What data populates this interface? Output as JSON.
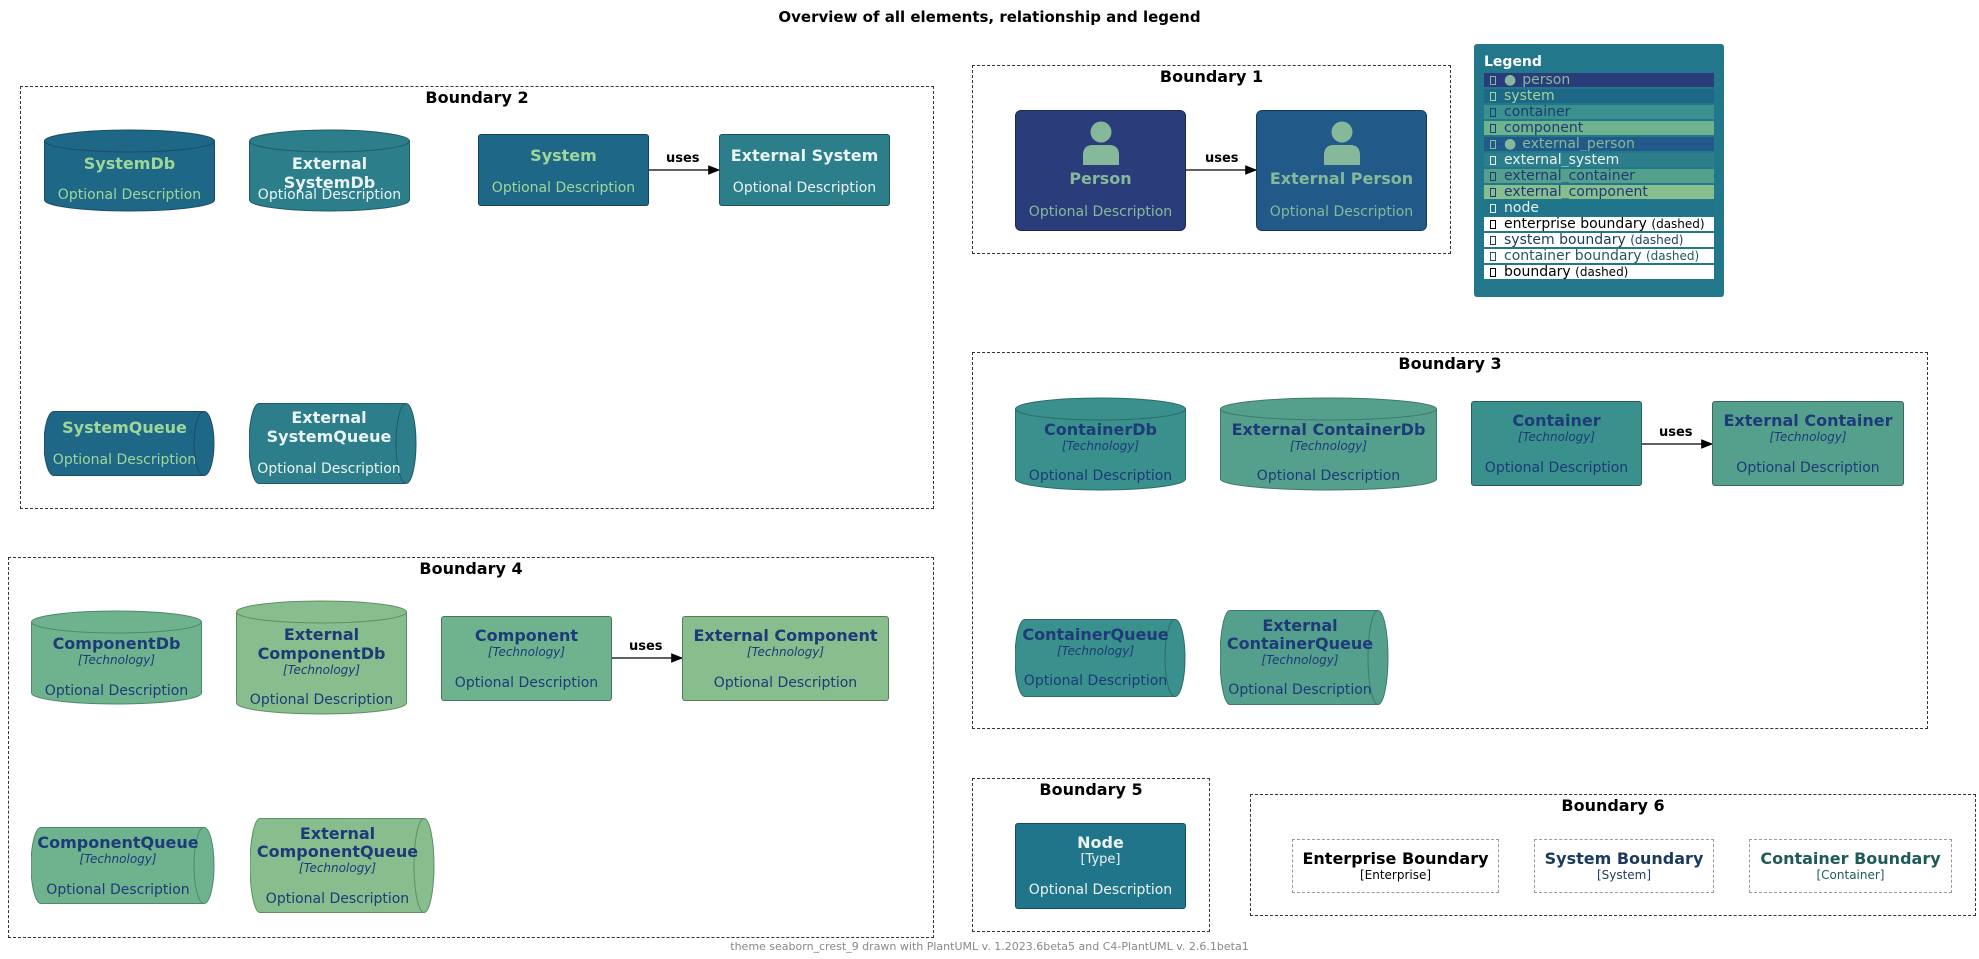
{
  "title": "Overview of all elements, relationship and legend",
  "footer": "theme seaborn_crest_9 drawn with PlantUML v. 1.2023.6beta5 and C4-PlantUML v. 2.6.1beta1",
  "colors": {
    "person": "#2a3d7a",
    "system": "#1f6786",
    "container": "#3a908c",
    "component": "#6fb38e",
    "external_person": "#215a88",
    "external_system": "#2c7e8a",
    "external_container": "#55a08d",
    "external_component": "#88bd8d",
    "node": "#20758a",
    "light_text": "#d8eee0",
    "green_text": "#9fd69a",
    "navy_text": "#1e3a78"
  },
  "boundaries": {
    "b1": "Boundary 1",
    "b2": "Boundary 2",
    "b3": "Boundary 3",
    "b4": "Boundary 4",
    "b5": "Boundary 5",
    "b6": "Boundary 6"
  },
  "rel_label": "uses",
  "elements": {
    "person": {
      "name": "Person",
      "desc": "Optional Description"
    },
    "external_person": {
      "name": "External Person",
      "desc": "Optional Description"
    },
    "systemdb": {
      "name": "SystemDb",
      "desc": "Optional Description"
    },
    "external_systemdb": {
      "name": "External SystemDb",
      "desc": "Optional Description"
    },
    "system": {
      "name": "System",
      "desc": "Optional Description"
    },
    "external_system": {
      "name": "External System",
      "desc": "Optional Description"
    },
    "systemqueue": {
      "name": "SystemQueue",
      "desc": "Optional Description"
    },
    "external_systemqueue": {
      "name1": "External",
      "name2": "SystemQueue",
      "desc": "Optional Description"
    },
    "containerdb": {
      "name": "ContainerDb",
      "tech": "[Technology]",
      "desc": "Optional Description"
    },
    "external_containerdb": {
      "name": "External ContainerDb",
      "tech": "[Technology]",
      "desc": "Optional Description"
    },
    "container": {
      "name": "Container",
      "tech": "[Technology]",
      "desc": "Optional Description"
    },
    "external_container": {
      "name": "External Container",
      "tech": "[Technology]",
      "desc": "Optional Description"
    },
    "containerqueue": {
      "name": "ContainerQueue",
      "tech": "[Technology]",
      "desc": "Optional Description"
    },
    "external_containerqueue": {
      "name1": "External",
      "name2": "ContainerQueue",
      "tech": "[Technology]",
      "desc": "Optional Description"
    },
    "componentdb": {
      "name": "ComponentDb",
      "tech": "[Technology]",
      "desc": "Optional Description"
    },
    "external_componentdb": {
      "name1": "External",
      "name2": "ComponentDb",
      "tech": "[Technology]",
      "desc": "Optional Description"
    },
    "component": {
      "name": "Component",
      "tech": "[Technology]",
      "desc": "Optional Description"
    },
    "external_component": {
      "name": "External Component",
      "tech": "[Technology]",
      "desc": "Optional Description"
    },
    "componentqueue": {
      "name": "ComponentQueue",
      "tech": "[Technology]",
      "desc": "Optional Description"
    },
    "external_componentqueue": {
      "name1": "External",
      "name2": "ComponentQueue",
      "tech": "[Technology]",
      "desc": "Optional Description"
    },
    "node": {
      "name": "Node",
      "tech": "[Type]",
      "desc": "Optional Description"
    },
    "enterprise_boundary": {
      "name": "Enterprise Boundary",
      "tech": "[Enterprise]"
    },
    "system_boundary": {
      "name": "System Boundary",
      "tech": "[System]"
    },
    "container_boundary": {
      "name": "Container Boundary",
      "tech": "[Container]"
    }
  },
  "legend": {
    "title": "Legend",
    "items": [
      {
        "label": "person"
      },
      {
        "label": "system"
      },
      {
        "label": "container"
      },
      {
        "label": "component"
      },
      {
        "label": "external_person"
      },
      {
        "label": "external_system"
      },
      {
        "label": "external_container"
      },
      {
        "label": "external_component"
      },
      {
        "label": "node"
      },
      {
        "label": "enterprise boundary",
        "suffix": "(dashed)"
      },
      {
        "label": "system boundary",
        "suffix": "(dashed)"
      },
      {
        "label": "container boundary",
        "suffix": "(dashed)"
      },
      {
        "label": "boundary",
        "suffix": "(dashed)"
      }
    ]
  }
}
